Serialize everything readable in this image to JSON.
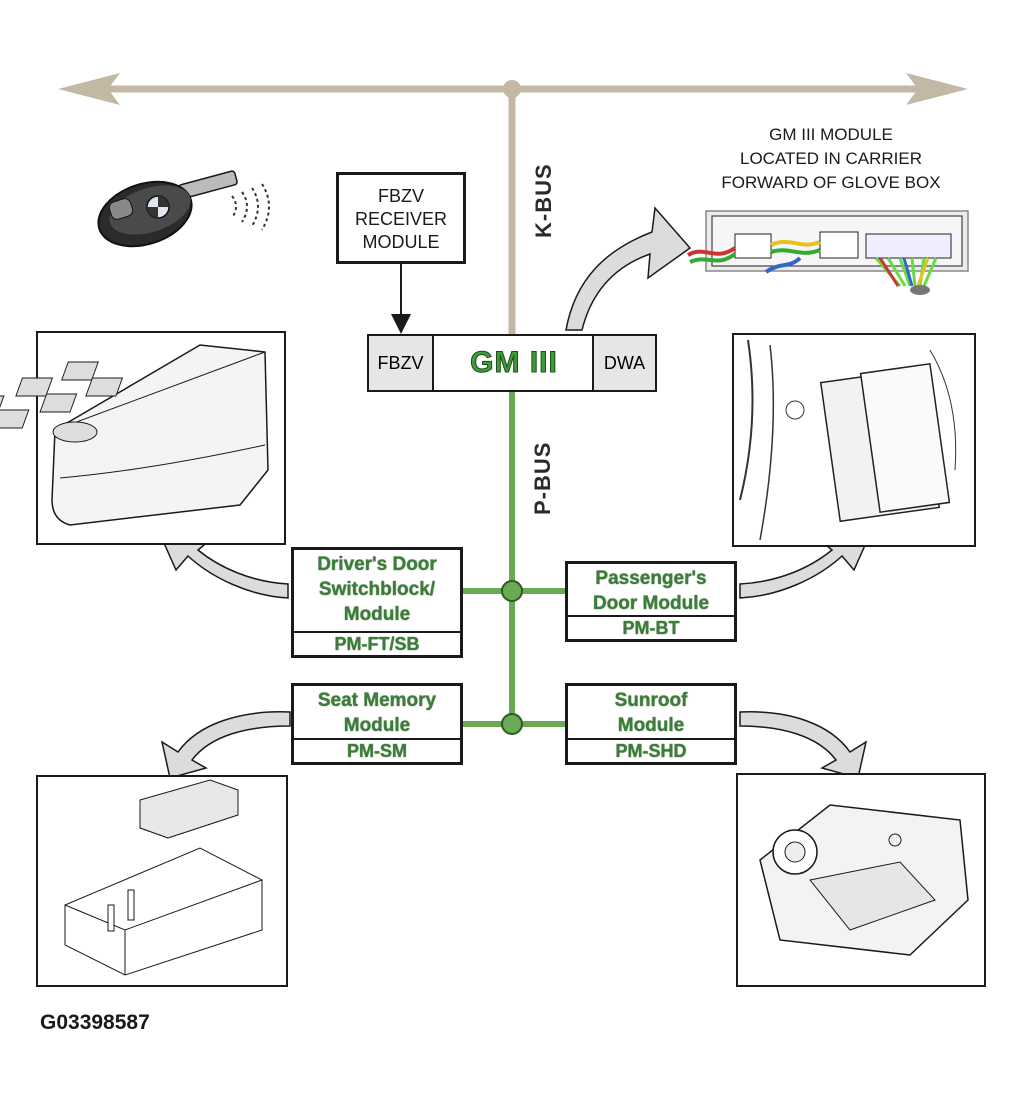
{
  "fbzv_receiver": {
    "lines": [
      "FBZV",
      "RECEIVER",
      "MODULE"
    ]
  },
  "gm_block": {
    "left": "FBZV",
    "center": "GM III",
    "right": "DWA"
  },
  "k_bus_label": "K-BUS",
  "p_bus_label": "P-BUS",
  "gm_caption": [
    "GM III MODULE",
    "LOCATED IN CARRIER",
    "FORWARD OF GLOVE BOX"
  ],
  "modules": {
    "driver_door": {
      "name": [
        "Driver's Door",
        "Switchblock/",
        "Module"
      ],
      "code": "PM-FT/SB"
    },
    "passenger_door": {
      "name": [
        "Passenger's",
        "Door Module"
      ],
      "code": "PM-BT"
    },
    "seat_memory": {
      "name": [
        "Seat Memory",
        "Module"
      ],
      "code": "PM-SM"
    },
    "sunroof": {
      "name": [
        "Sunroof",
        "Module"
      ],
      "code": "PM-SHD"
    }
  },
  "figure_id": "G03398587",
  "colors": {
    "k_bus": "#c2b8a3",
    "p_bus": "#6aaa55",
    "curved_arrow": "#d9d9d9",
    "module_text": "#3a7f37"
  }
}
